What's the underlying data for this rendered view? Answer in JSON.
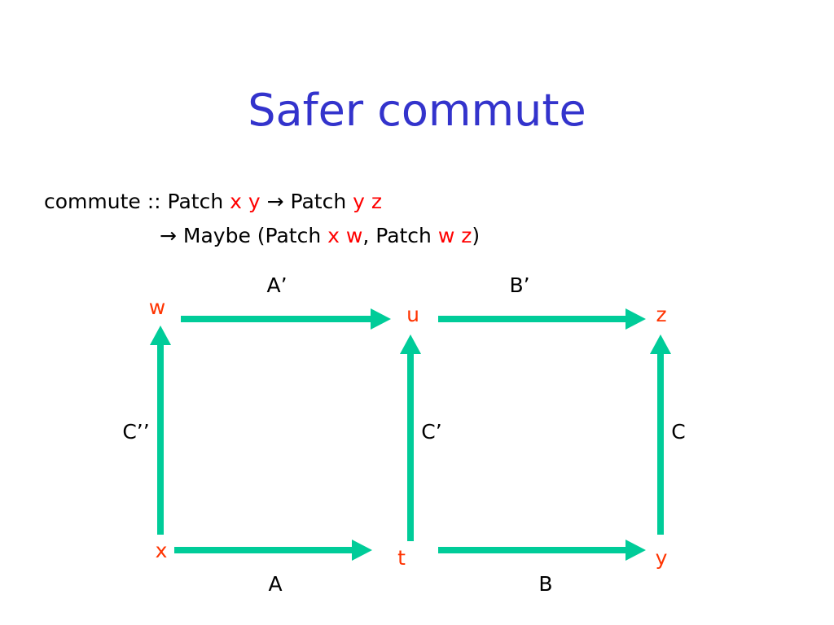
{
  "slide": {
    "title": "Safer commute"
  },
  "signature": {
    "line1": {
      "part1": "commute :: Patch ",
      "v1": "x",
      "sp1": " ",
      "v2": "y",
      "part2": " → Patch ",
      "v3": "y",
      "sp2": " ",
      "v4": "z"
    },
    "line2": {
      "part1": "→ Maybe (Patch ",
      "v1": "x",
      "sp1": " ",
      "v2": "w",
      "part2": ", Patch ",
      "v3": "w",
      "sp2": " ",
      "v4": "z",
      "part3": ")"
    }
  },
  "diagram": {
    "nodes": {
      "w": "w",
      "u": "u",
      "z": "z",
      "x": "x",
      "t": "t",
      "y": "y"
    },
    "edges": {
      "a_prime": "A’",
      "b_prime": "B’",
      "c_double_prime": "C’’",
      "c_prime": "C’",
      "c": "C",
      "a": "A",
      "b": "B"
    }
  },
  "colors": {
    "title": "#3333cc",
    "text": "#000000",
    "variable": "#ff0000",
    "node": "#ff3300",
    "arrow": "#00cc99"
  }
}
